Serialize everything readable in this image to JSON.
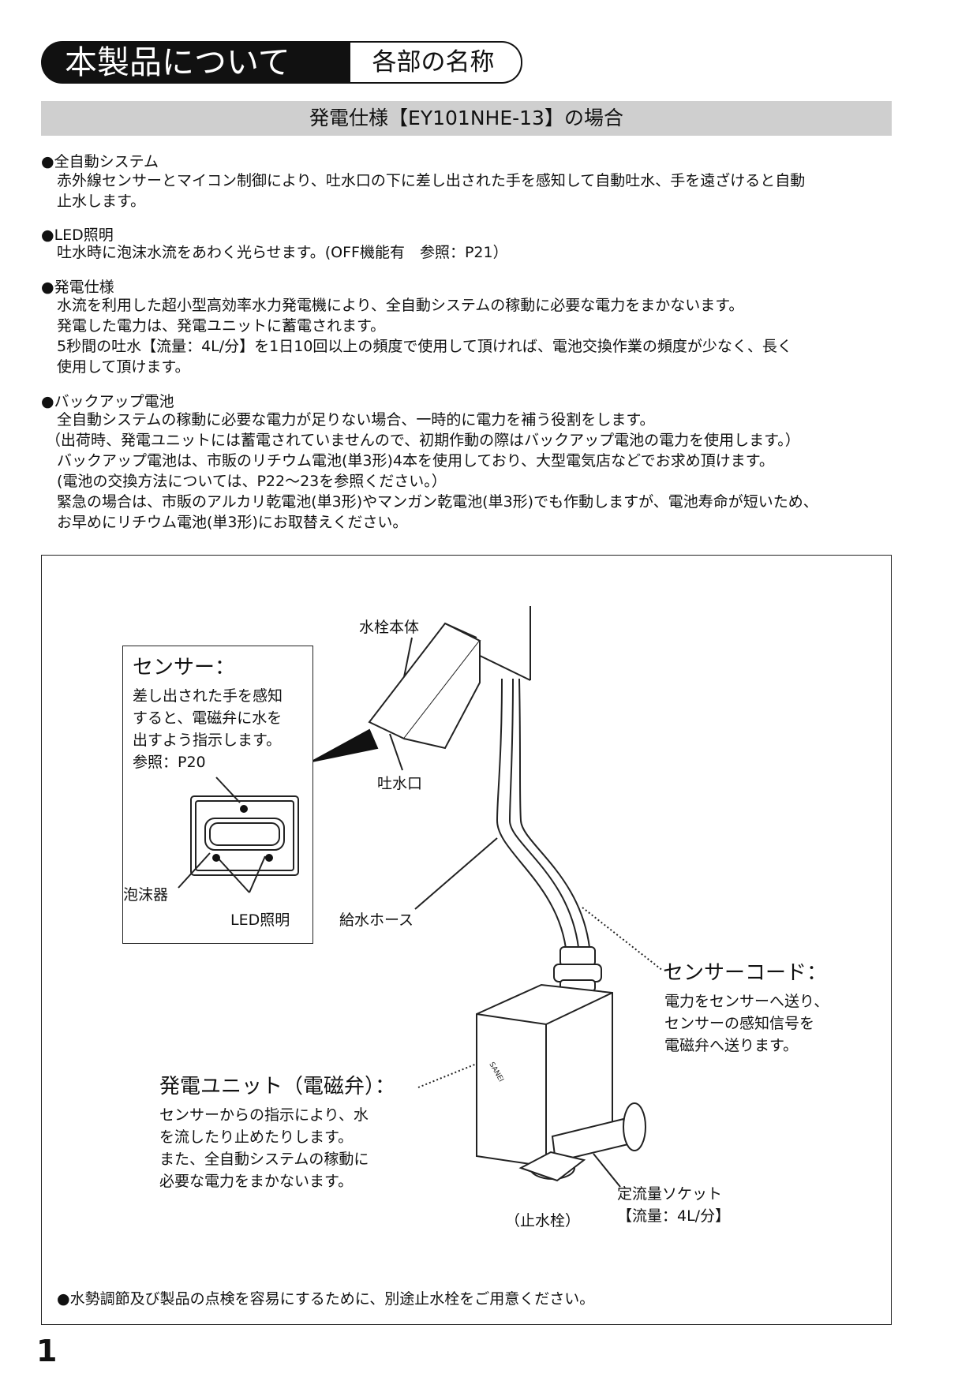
{
  "header": {
    "main_title": "本製品について",
    "sub_title": "各部の名称"
  },
  "band_title": "発電仕様【EY101NHE-13】の場合",
  "sections": [
    {
      "title": "●全自動システム",
      "lines": [
        "赤外線センサーとマイコン制御により、吐水口の下に差し出された手を感知して自動吐水、手を遠ざけると自動",
        "止水します。"
      ]
    },
    {
      "title": "●LED照明",
      "lines": [
        "吐水時に泡沫水流をあわく光らせます。(OFF機能有　参照：P21）"
      ]
    },
    {
      "title": "●発電仕様",
      "lines": [
        "水流を利用した超小型高効率水力発電機により、全自動システムの稼動に必要な電力をまかないます。",
        "発電した電力は、発電ユニットに蓄電されます。",
        "5秒間の吐水【流量：4L/分】を1日10回以上の頻度で使用して頂ければ、電池交換作業の頻度が少なく、長く",
        "使用して頂けます。"
      ]
    },
    {
      "title": "●バックアップ電池",
      "lines": [
        "全自動システムの稼動に必要な電力が足りない場合、一時的に電力を補う役割をします。",
        "（出荷時、発電ユニットには蓄電されていませんので、初期作動の際はバックアップ電池の電力を使用します。）",
        "バックアップ電池は、市販のリチウム電池(単3形)4本を使用しており、大型電気店などでお求め頂けます。",
        "(電池の交換方法については、P22〜23を参照ください。）",
        "緊急の場合は、市販のアルカリ乾電池(単3形)やマンガン乾電池(単3形)でも作動しますが、電池寿命が短いため、",
        "お早めにリチウム電池(単3形)にお取替えください。"
      ]
    }
  ],
  "figure": {
    "sensor_title": "センサー：",
    "sensor_lines": [
      "差し出された手を感知",
      "すると、電磁弁に水を",
      "出すよう指示します。",
      "参照：P20"
    ],
    "aerator": "泡沫器",
    "led": "LED照明",
    "faucet_body": "水栓本体",
    "spout": "吐水口",
    "hose": "給水ホース",
    "cord_title": "センサーコード：",
    "cord_lines": [
      "電力をセンサーへ送り、",
      "センサーの感知信号を",
      "電磁弁へ送ります。"
    ],
    "unit_title": "発電ユニット（電磁弁）：",
    "unit_lines": [
      "センサーからの指示により、水",
      "を流したり止めたりします。",
      "また、全自動システムの稼動に",
      "必要な電力をまかないます。"
    ],
    "brand": "SANEI",
    "socket_line1": "定流量ソケット",
    "socket_line2": "【流量：4L/分】",
    "stop_valve": "（止水栓）",
    "note": "●水勢調節及び製品の点検を容易にするために、別途止水栓をご用意ください。"
  },
  "page_number": "1"
}
